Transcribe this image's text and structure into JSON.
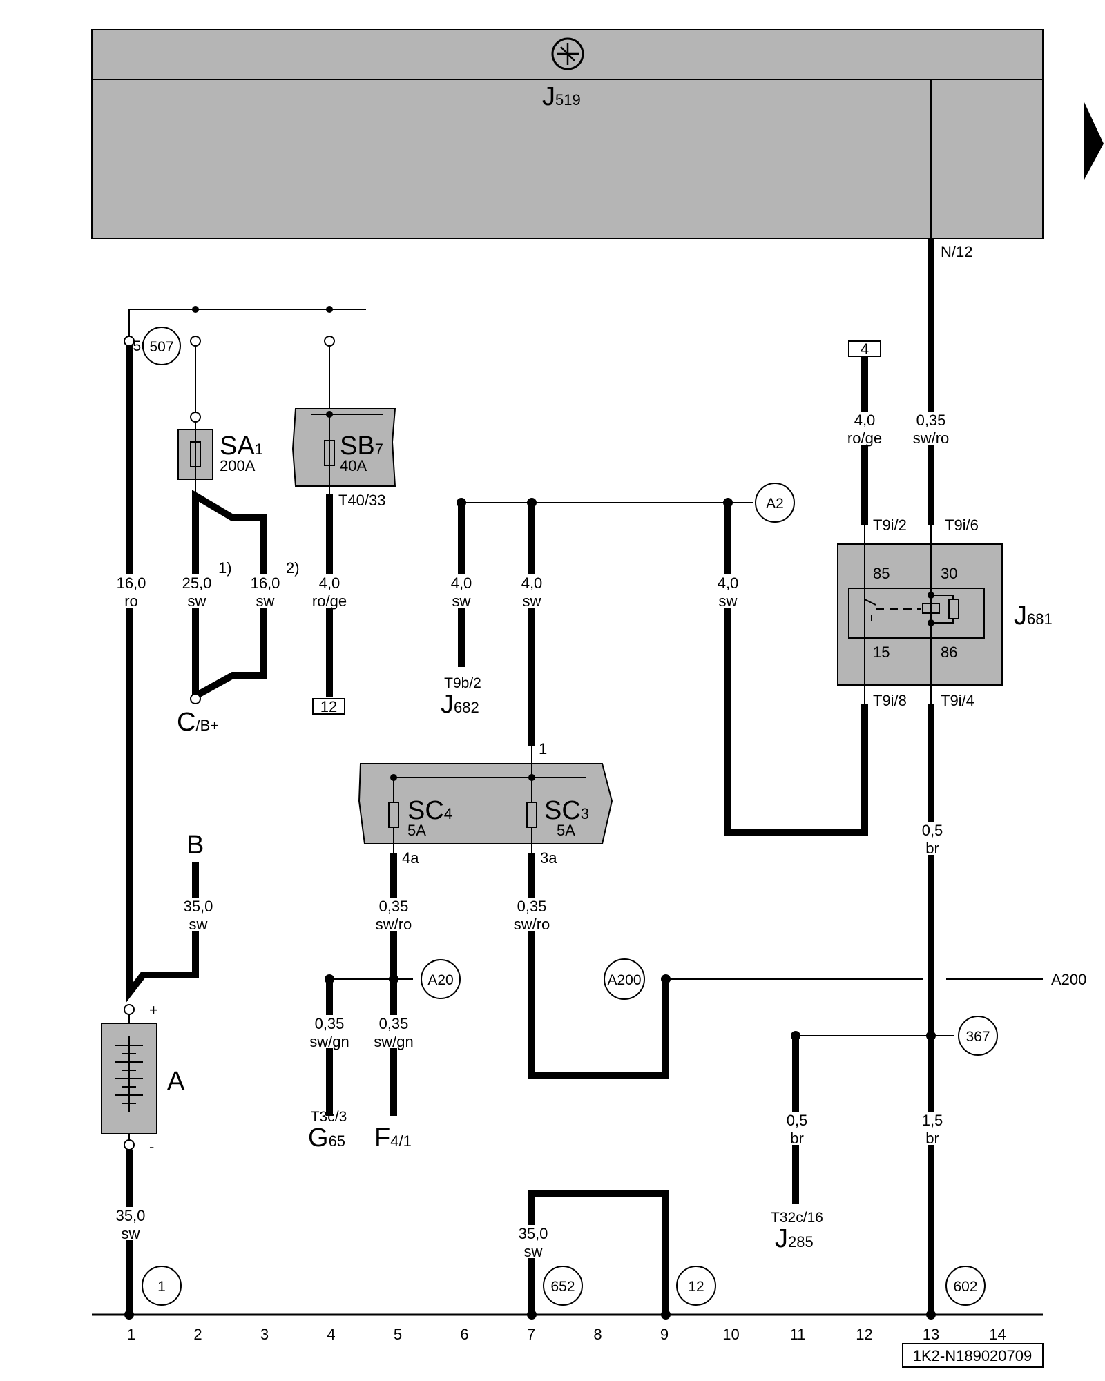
{
  "header": {
    "module": "J",
    "module_sub": "519",
    "pin": "N/12"
  },
  "colors": {
    "module_fill": "#b5b5b5",
    "wire": "#000000"
  },
  "components": {
    "sa1": {
      "name": "SA",
      "sub": "1",
      "rating": "200A"
    },
    "sb7": {
      "name": "SB",
      "sub": "7",
      "rating": "40A",
      "pin": "T40/33"
    },
    "c": {
      "name": "C",
      "sub": "/B+"
    },
    "b": {
      "name": "B"
    },
    "a": {
      "name": "A",
      "plus": "+",
      "minus": "-"
    },
    "j682": {
      "name": "J",
      "sub": "682",
      "pin": "T9b/2"
    },
    "sc4": {
      "name": "SC",
      "sub": "4",
      "rating": "5A",
      "pin": "4a"
    },
    "sc3": {
      "name": "SC",
      "sub": "3",
      "rating": "5A",
      "pin": "3a",
      "in_pin": "1"
    },
    "g65": {
      "name": "G",
      "sub": "65",
      "pin": "T3c/3"
    },
    "f41": {
      "name": "F",
      "sub": "4/1"
    },
    "j285": {
      "name": "J",
      "sub": "285",
      "pin": "T32c/16"
    },
    "j681": {
      "name": "J",
      "sub": "681",
      "pins": {
        "t9i2": "T9i/2",
        "t9i6": "T9i/6",
        "t9i8": "T9i/8",
        "t9i4": "T9i/4",
        "p85": "85",
        "p30": "30",
        "p15": "15",
        "p86": "86"
      }
    }
  },
  "refs": {
    "r4": "4",
    "r12box": "12",
    "note1": "1)",
    "note2": "2)"
  },
  "nodes": {
    "n507": "507",
    "a2": "A2",
    "a20": "A20",
    "a200": "A200",
    "a200_line": "A200",
    "n367": "367",
    "n1": "1",
    "n652": "652",
    "n12": "12",
    "n602": "602"
  },
  "wires": [
    {
      "id": "w16ro",
      "size": "16,0",
      "color": "ro"
    },
    {
      "id": "w25sw",
      "size": "25,0",
      "color": "sw"
    },
    {
      "id": "w16sw",
      "size": "16,0",
      "color": "sw"
    },
    {
      "id": "w4roge_sb7",
      "size": "4,0",
      "color": "ro/ge"
    },
    {
      "id": "w4sw_j682",
      "size": "4,0",
      "color": "sw"
    },
    {
      "id": "w4sw_sc",
      "size": "4,0",
      "color": "sw"
    },
    {
      "id": "w4sw_a2",
      "size": "4,0",
      "color": "sw"
    },
    {
      "id": "w4roge_r4",
      "size": "4,0",
      "color": "ro/ge"
    },
    {
      "id": "w035swro_n12",
      "size": "0,35",
      "color": "sw/ro"
    },
    {
      "id": "w35sw_b",
      "size": "35,0",
      "color": "sw"
    },
    {
      "id": "w035swro_4a",
      "size": "0,35",
      "color": "sw/ro"
    },
    {
      "id": "w035swro_3a",
      "size": "0,35",
      "color": "sw/ro"
    },
    {
      "id": "w035swgn_g",
      "size": "0,35",
      "color": "sw/gn"
    },
    {
      "id": "w035swgn_f",
      "size": "0,35",
      "color": "sw/gn"
    },
    {
      "id": "w05br_a",
      "size": "0,5",
      "color": "br"
    },
    {
      "id": "w05br_b",
      "size": "0,5",
      "color": "br"
    },
    {
      "id": "w15br",
      "size": "1,5",
      "color": "br"
    },
    {
      "id": "w35sw_gnd",
      "size": "35,0",
      "color": "sw"
    },
    {
      "id": "w35sw_652",
      "size": "35,0",
      "color": "sw"
    }
  ],
  "ruler": [
    "1",
    "2",
    "3",
    "4",
    "5",
    "6",
    "7",
    "8",
    "9",
    "10",
    "11",
    "12",
    "13",
    "14"
  ],
  "doc_id": "1K2-N189020709"
}
